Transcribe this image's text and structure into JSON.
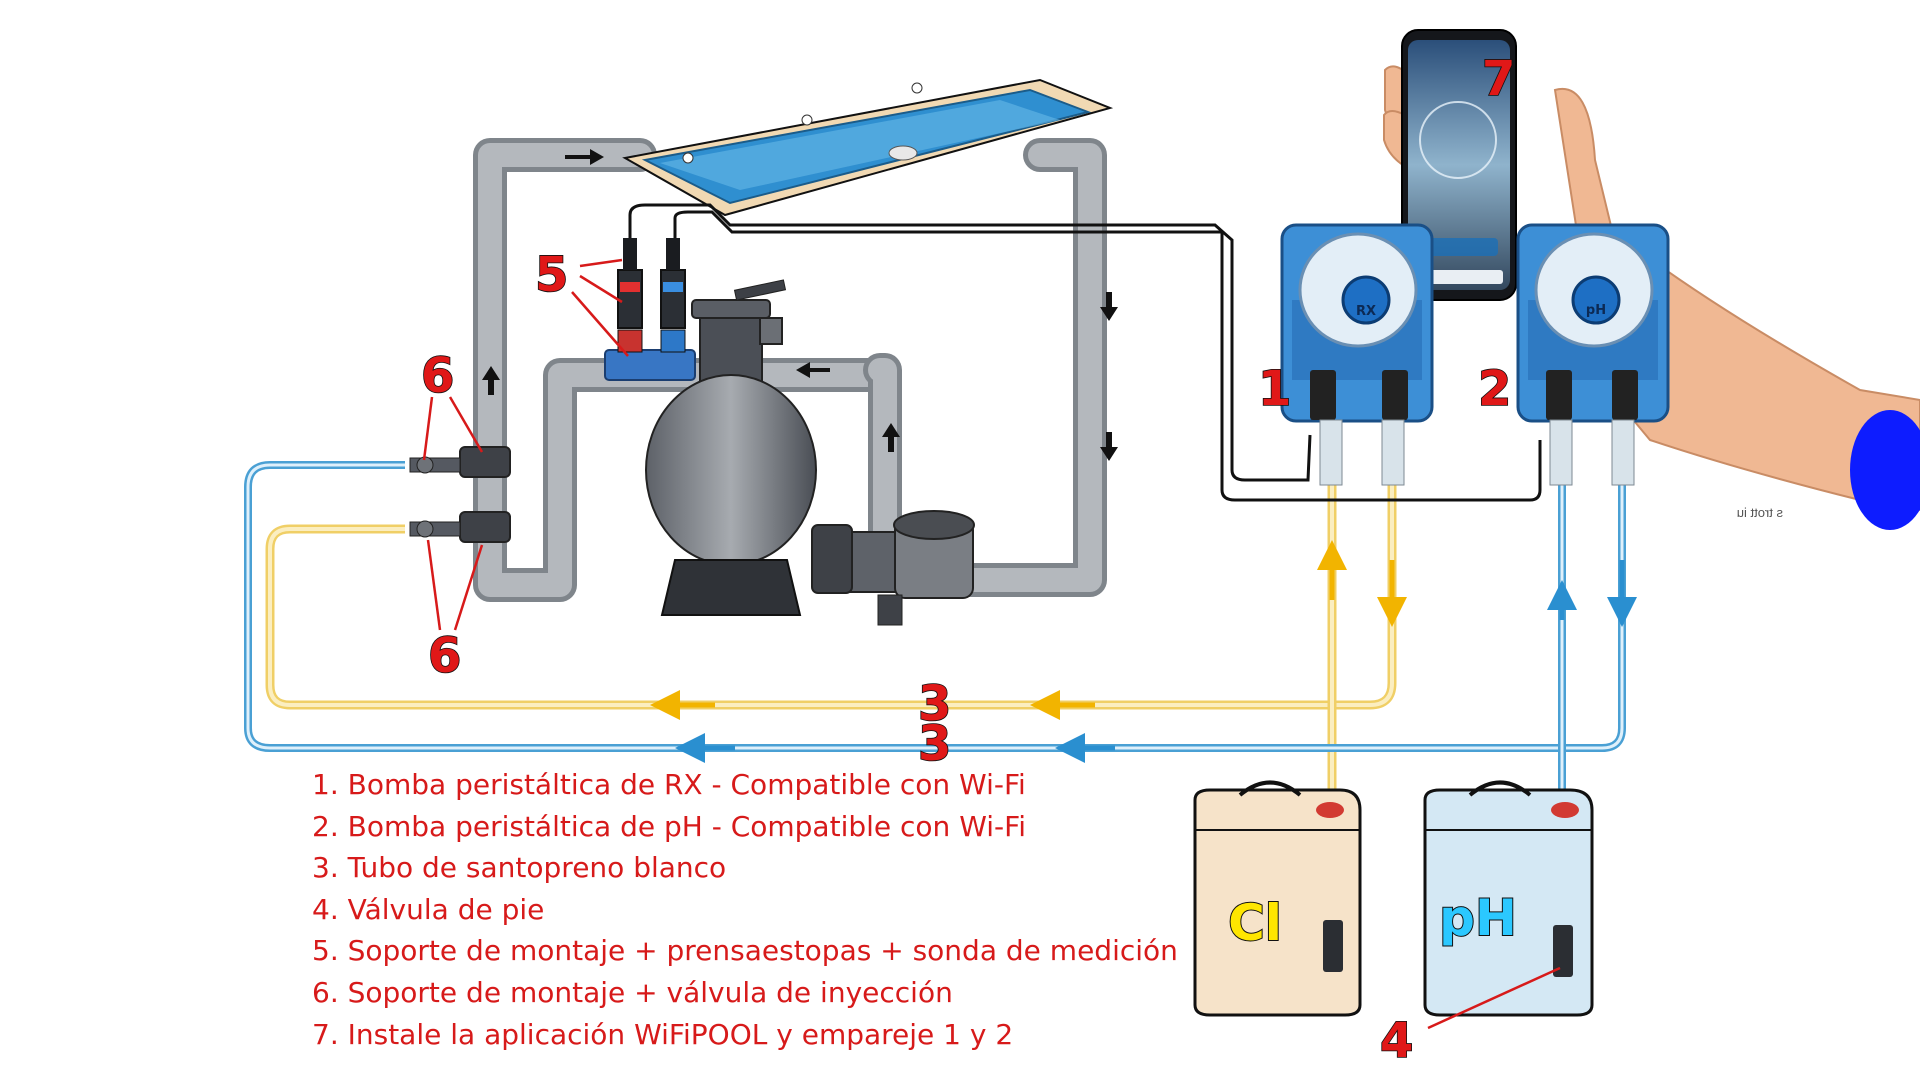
{
  "callouts": {
    "c1": "1",
    "c2": "2",
    "c3a": "3",
    "c3b": "3",
    "c4": "4",
    "c5": "5",
    "c6a": "6",
    "c6b": "6",
    "c7": "7"
  },
  "pumps": {
    "rx_tag": "RX",
    "ph_tag": "pH"
  },
  "tanks": {
    "chlorine_label": "Cl",
    "ph_label": "pH"
  },
  "legend": {
    "item1": "1. Bomba peristáltica de RX - Compatible con Wi-Fi",
    "item2": "2. Bomba peristáltica de pH - Compatible con Wi-Fi",
    "item3": "3. Tubo de santopreno blanco",
    "item4": "4. Válvula de pie",
    "item5": "5. Soporte de montaje + prensaestopas + sonda de medición",
    "item6": "6. Soporte de montaje + válvula de inyección",
    "item7": "7. Instale la aplicación WiFiPOOL y empareje 1 y 2"
  },
  "mirrored_text": "s trott iu",
  "colors": {
    "callout_red": "#e01818",
    "legend_red": "#d71a1a",
    "pipe_grey": "#9ea3a8",
    "yellow_tube": "#f7dc82",
    "blue_tube": "#4aa0d4",
    "pump_blue": "#3d8fd6",
    "pool_water": "#2f8fd0",
    "chlorine_fill": "#f6e3c9",
    "ph_fill": "#d4e8f4",
    "cl_text": "#ffe600",
    "ph_text": "#2bc8ff"
  }
}
